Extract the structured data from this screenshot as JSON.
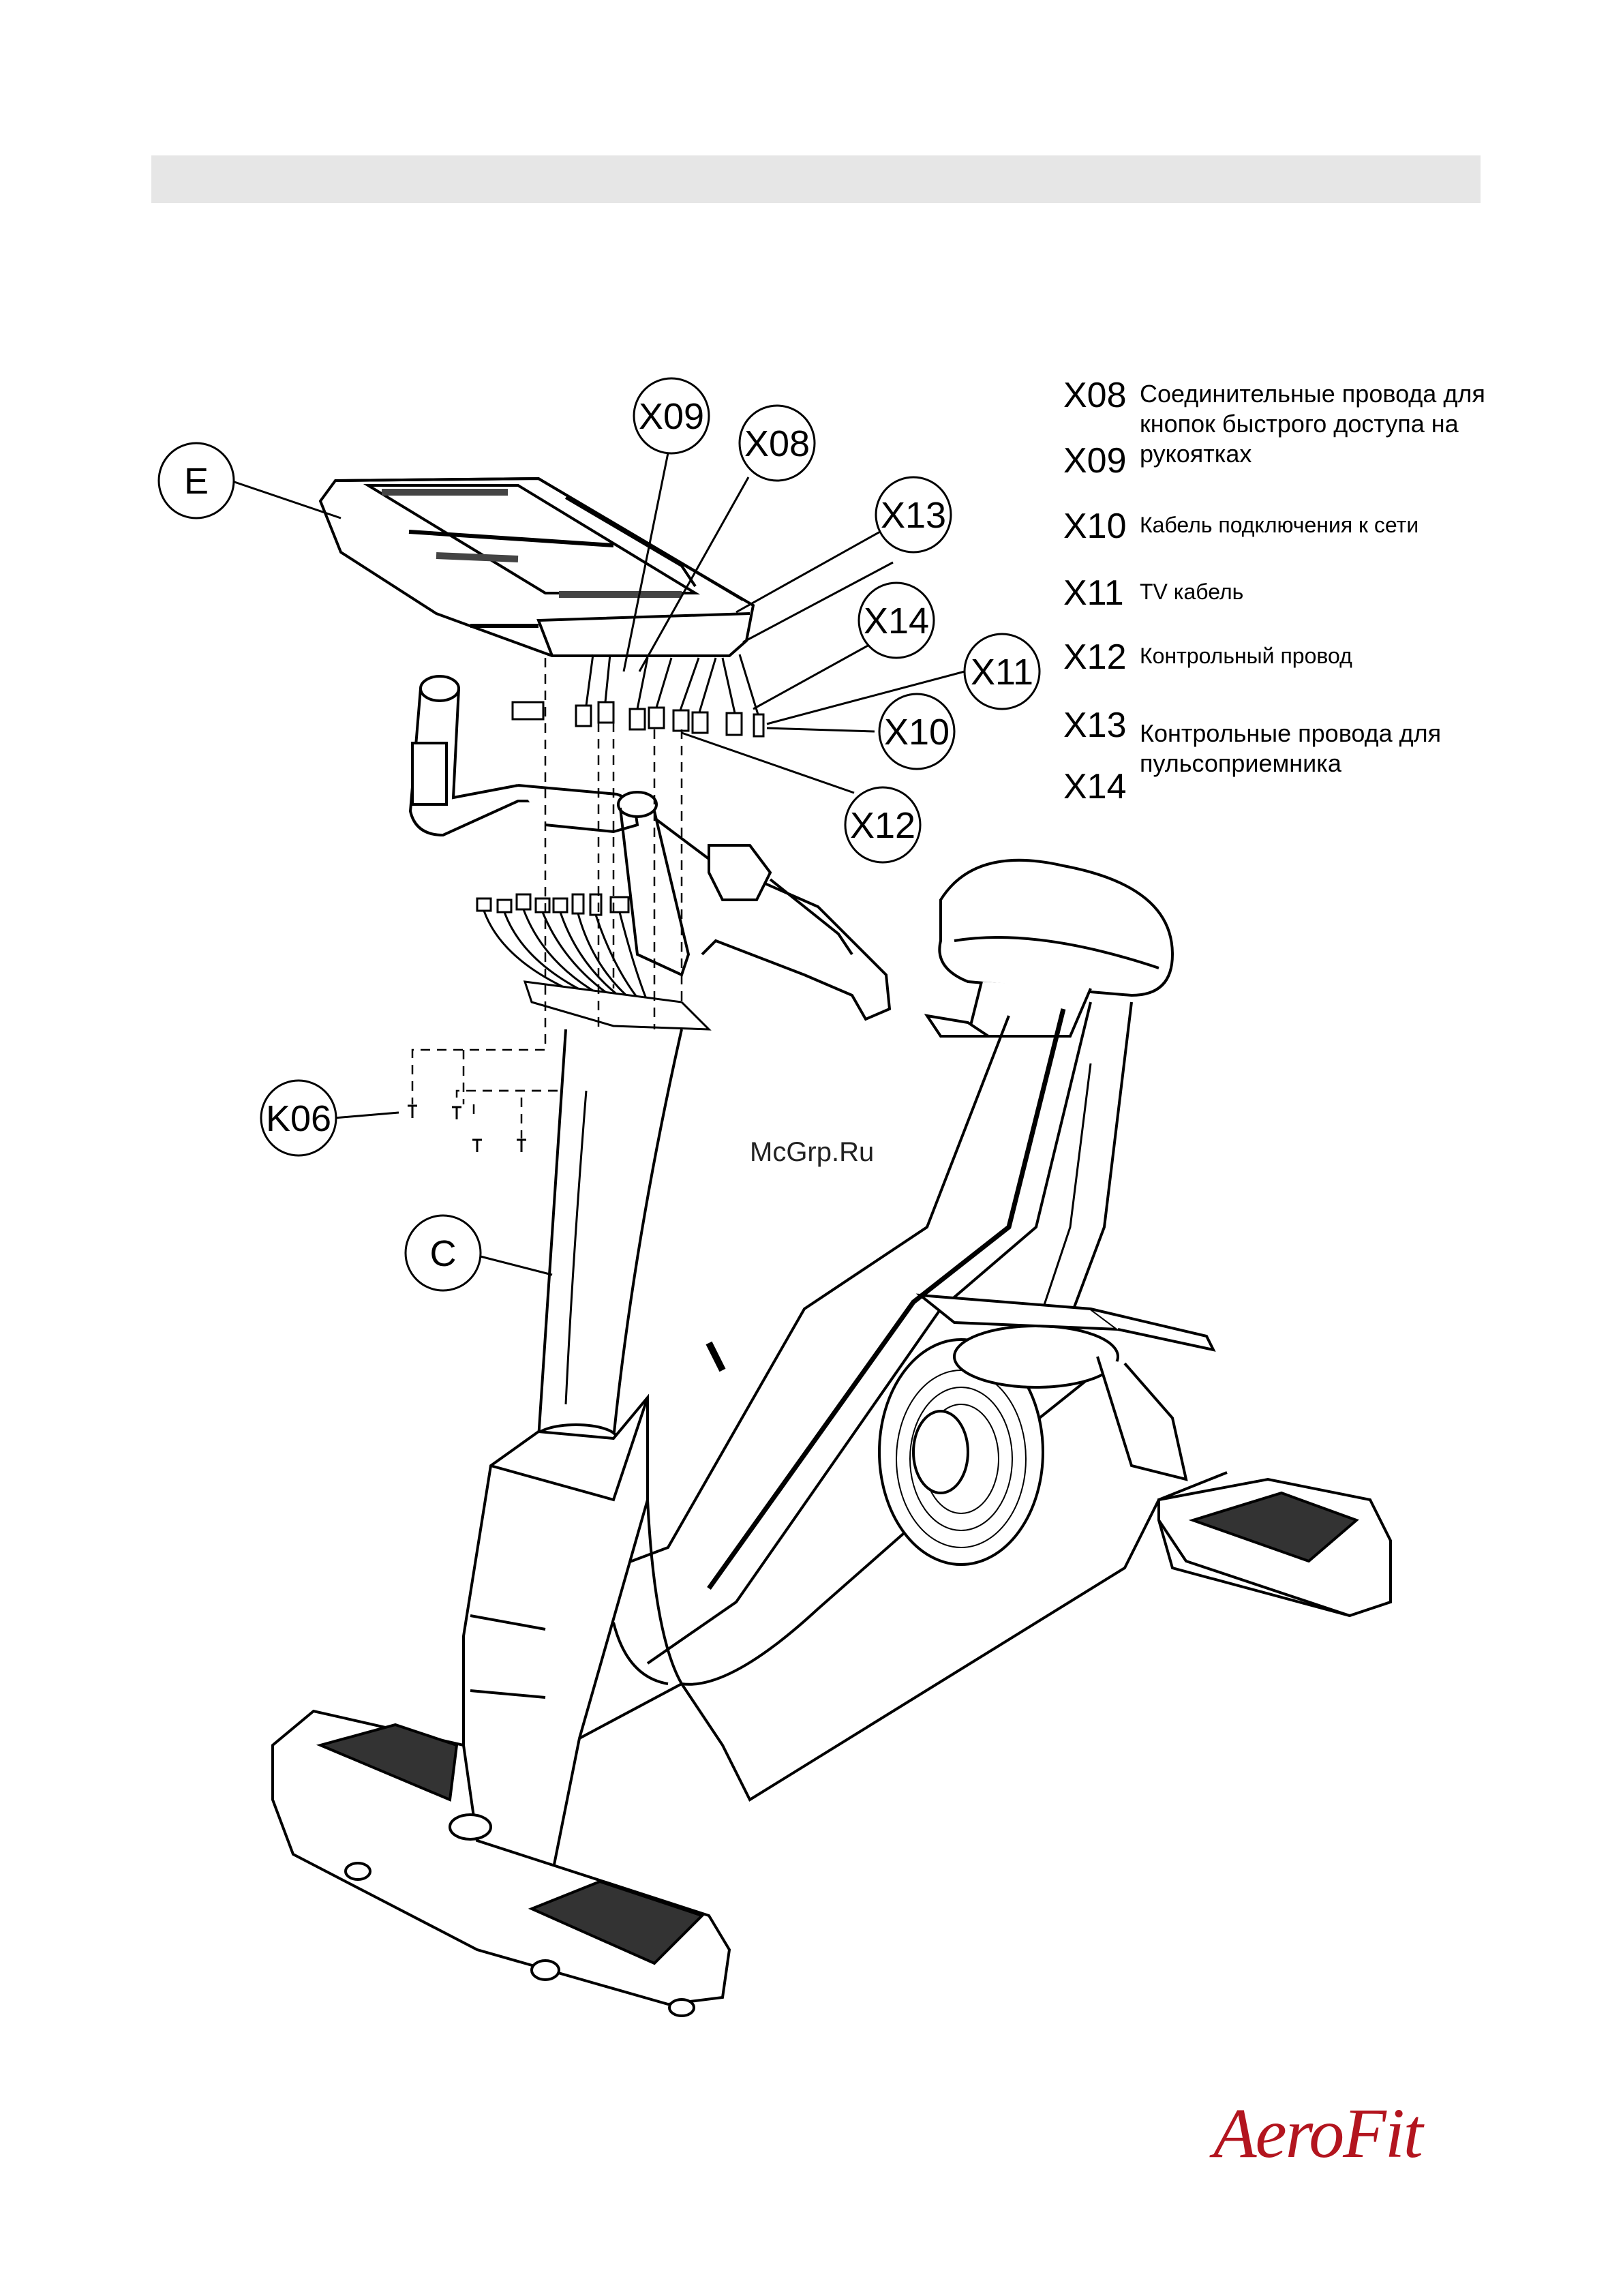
{
  "callouts": {
    "E": "E",
    "X09": "X09",
    "X08": "X08",
    "X13": "X13",
    "X14": "X14",
    "X11": "X11",
    "X10": "X10",
    "X12": "X12",
    "K06": "K06",
    "C": "C"
  },
  "legend": {
    "rows": [
      {
        "code": "X08",
        "desc": "Соединительные провода для кнопок быстрого доступа на рукоятках"
      },
      {
        "code": "X09",
        "desc": ""
      },
      {
        "code": "X10",
        "desc": "Кабель подключения к сети"
      },
      {
        "code": "X11",
        "desc": "TV кабель"
      },
      {
        "code": "X12",
        "desc": "Контрольный провод"
      },
      {
        "code": "X13",
        "desc": "Контрольные провода для пульсоприемника"
      },
      {
        "code": "X14",
        "desc": ""
      }
    ]
  },
  "watermark": "McGrp.Ru",
  "brand": {
    "logo_text": "AeroFit",
    "color": "#b3151f"
  }
}
